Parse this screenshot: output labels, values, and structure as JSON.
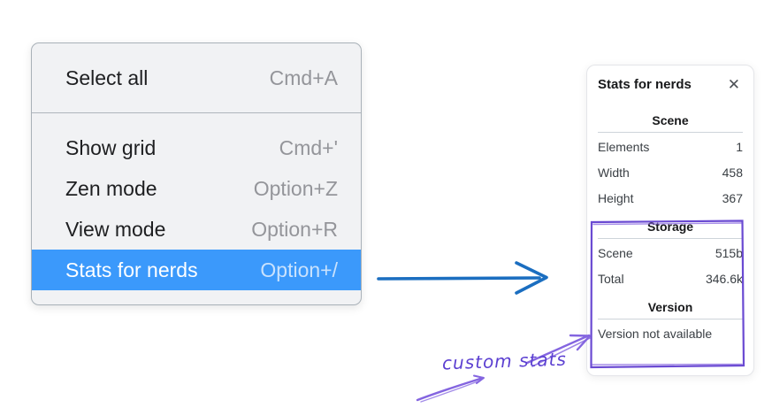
{
  "menu": {
    "items": [
      {
        "label": "Select all",
        "shortcut": "Cmd+A",
        "highlighted": false
      },
      {
        "label": "Show grid",
        "shortcut": "Cmd+'",
        "highlighted": false
      },
      {
        "label": "Zen mode",
        "shortcut": "Option+Z",
        "highlighted": false
      },
      {
        "label": "View mode",
        "shortcut": "Option+R",
        "highlighted": false
      },
      {
        "label": "Stats for nerds",
        "shortcut": "Option+/",
        "highlighted": true
      }
    ],
    "highlight_color": "#3b99fb"
  },
  "stats_panel": {
    "title": "Stats for nerds",
    "close_icon": "✕",
    "sections": [
      {
        "heading": "Scene",
        "rows": [
          {
            "label": "Elements",
            "value": "1"
          },
          {
            "label": "Width",
            "value": "458"
          },
          {
            "label": "Height",
            "value": "367"
          }
        ]
      },
      {
        "heading": "Storage",
        "rows": [
          {
            "label": "Scene",
            "value": "515b"
          },
          {
            "label": "Total",
            "value": "346.6k"
          }
        ]
      },
      {
        "heading": "Version",
        "note": "Version not available"
      }
    ]
  },
  "annotation": {
    "label": "custom stats",
    "color": "#5b3fd1"
  },
  "drawing_colors": {
    "blue_arrow": "#1b6ec0",
    "purple_sketch": "#7a5ce0"
  }
}
